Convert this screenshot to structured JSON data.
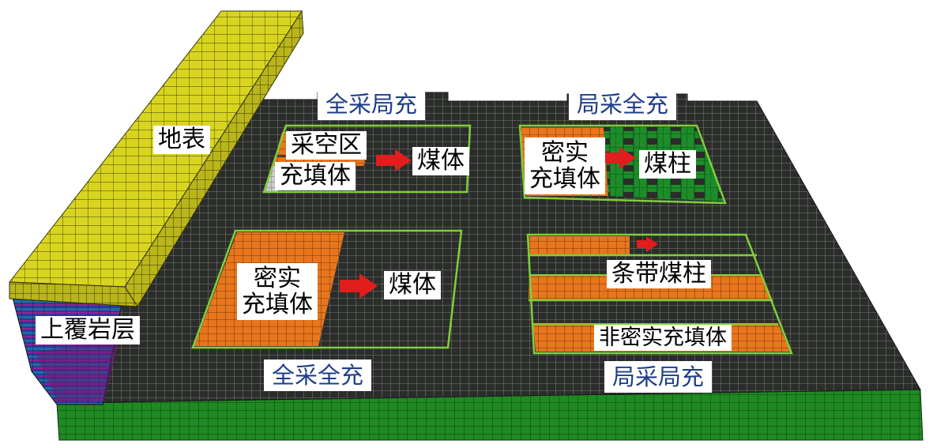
{
  "colors": {
    "surface": "#d9d51f",
    "coal_seam": "#2b2d2b",
    "floor": "#1f8a22",
    "dense_backfill": "#e9751c",
    "pillar": "#1c8d2a",
    "border": "#7ed03a",
    "arrow": "#e11d1d",
    "title_text": "#1f3d8a"
  },
  "labels": {
    "surface": "地表",
    "overburden": "上覆岩层"
  },
  "panels": [
    {
      "id": "full-mining-partial-backfill",
      "title": "全采局充",
      "goaf_label": "采空区",
      "fill_label": "充填体",
      "target_label": "煤体"
    },
    {
      "id": "partial-mining-full-backfill",
      "title": "局采全充",
      "fill_line1": "密实",
      "fill_line2": "充填体",
      "target_label": "煤柱"
    },
    {
      "id": "full-mining-full-backfill",
      "title": "全采全充",
      "fill_line1": "密实",
      "fill_line2": "充填体",
      "target_label": "煤体"
    },
    {
      "id": "partial-mining-partial-backfill",
      "title": "局采局充",
      "strip_label": "条带煤柱",
      "fill_label": "非密实充填体"
    }
  ]
}
